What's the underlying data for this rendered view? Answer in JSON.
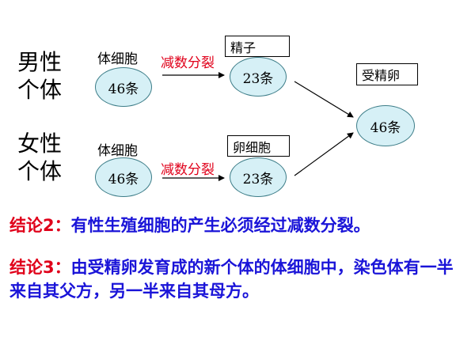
{
  "male": {
    "group_line1": "男性",
    "group_line2": "个体",
    "somatic_label": "体细胞",
    "somatic_count": "46条",
    "process_label": "减数分裂",
    "gamete_label": "精子",
    "gamete_count": "23条"
  },
  "female": {
    "group_line1": "女性",
    "group_line2": "个体",
    "somatic_label": "体细胞",
    "somatic_count": "46条",
    "process_label": "减数分裂",
    "gamete_label": "卵细胞",
    "gamete_count": "23条"
  },
  "zygote": {
    "label": "受精卵",
    "count": "46条"
  },
  "conclusions": [
    {
      "tag": "结论2：",
      "text": "有性生殖细胞的产生必须经过减数分裂。"
    },
    {
      "tag": "结论3：",
      "text": "由受精卵发育成的新个体的体细胞中，染色体有一半来自其父方，另一半来自其母方。"
    }
  ],
  "colors": {
    "ellipse_fill": "#d6f0f6",
    "ellipse_border": "#3d7d88",
    "process_text": "#e0001a",
    "conclusion_text": "#1a14d8",
    "conclusion_tag": "#e0001a"
  }
}
